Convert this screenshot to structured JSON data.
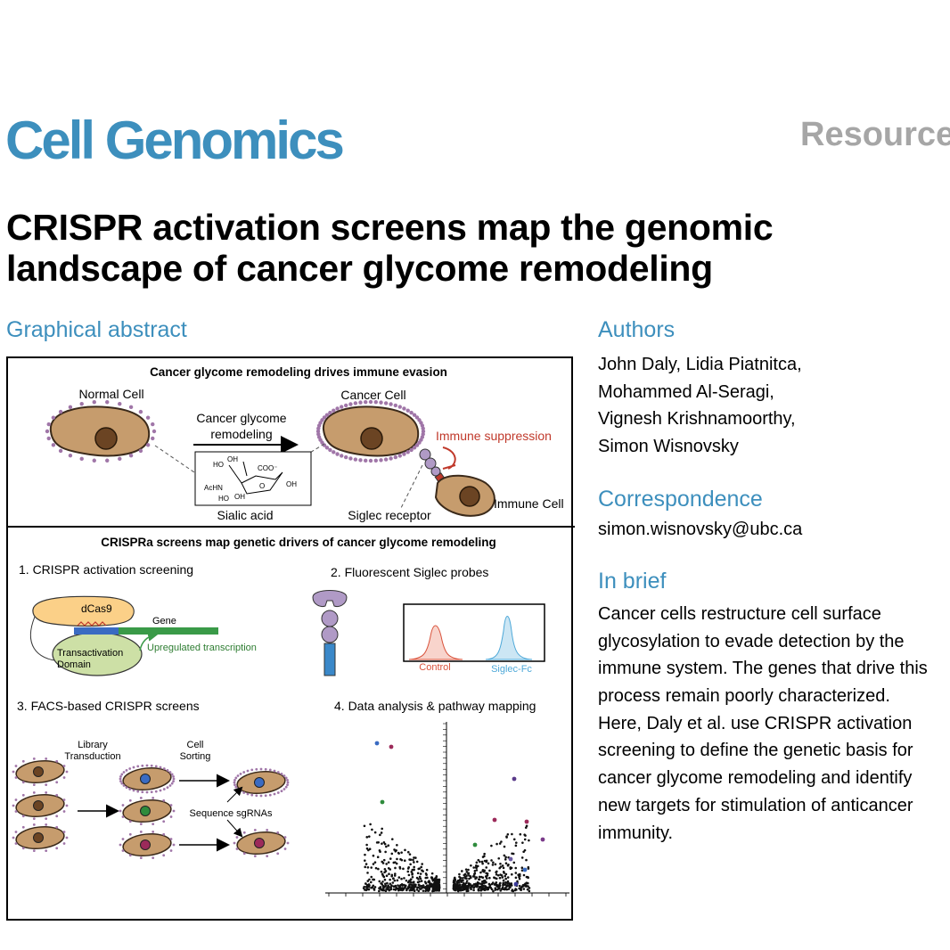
{
  "journal": "Cell Genomics",
  "article_type": "Resource",
  "title": "CRISPR activation screens map the genomic landscape of cancer glycome remodeling",
  "graphical_abstract": {
    "heading": "Graphical abstract",
    "top_panel": {
      "title": "Cancer glycome remodeling drives immune evasion",
      "normal_cell": "Normal Cell",
      "cancer_cell": "Cancer Cell",
      "arrow_label_line1": "Cancer glycome",
      "arrow_label_line2": "remodeling",
      "sialic_acid": "Sialic acid",
      "siglec_receptor": "Siglec receptor",
      "immune_cell": "Immune Cell",
      "immune_suppression": "Immune suppression",
      "chem": {
        "ho1": "HO",
        "oh1": "OH",
        "coo": "COO⁻",
        "achn": "AcHN",
        "o": "O",
        "oh2": "OH",
        "ho2": "HO",
        "oh3": "OH"
      }
    },
    "bottom_panel": {
      "title": "CRISPRa screens map genetic drivers of cancer glycome remodeling",
      "step1": "1. CRISPR activation screening",
      "step2": "2. Fluorescent Siglec probes",
      "step3": "3. FACS-based CRISPR screens",
      "step4": "4. Data analysis & pathway mapping",
      "dcas9": "dCas9",
      "gene": "Gene",
      "transactivation_line1": "Transactivation",
      "transactivation_line2": "Domain",
      "upregulated": "Upregulated transcription",
      "control": "Control",
      "siglec_fc": "Siglec-Fc",
      "library_line1": "Library",
      "library_line2": "Transduction",
      "cell_sorting_line1": "Cell",
      "cell_sorting_line2": "Sorting",
      "sequence": "Sequence sgRNAs"
    },
    "colors": {
      "cell_fill": "#c69c6d",
      "nucleus": "#6b4423",
      "glycan_dots": "#a076a8",
      "siglec_purple": "#b09ac6",
      "siglec_blue": "#3a88c9",
      "dcas9_fill": "#fbd088",
      "tad_fill": "#cde0a6",
      "gene_green": "#3a9a48",
      "control_red": "#d9533c",
      "siglec_fc_blue": "#4da8d8",
      "suppression_red": "#c0392b",
      "blue_dot": "#3a6bc2",
      "green_dot": "#2e8b3c",
      "magenta_dot": "#9c2a5a"
    }
  },
  "authors": {
    "heading": "Authors",
    "lines": [
      "John Daly, Lidia Piatnitca,",
      "Mohammed Al-Seragi,",
      "Vignesh Krishnamoorthy,",
      "Simon Wisnovsky"
    ]
  },
  "correspondence": {
    "heading": "Correspondence",
    "email": "simon.wisnovsky@ubc.ca"
  },
  "in_brief": {
    "heading": "In brief",
    "lines": [
      "Cancer cells restructure cell surface",
      "glycosylation to evade detection by the",
      "immune system. The genes that drive this",
      "process remain poorly characterized.",
      "Here, Daly et al. use CRISPR activation",
      "screening to define the genetic basis for",
      "cancer glycome remodeling and identify",
      "new targets for stimulation of anticancer",
      "immunity."
    ]
  }
}
